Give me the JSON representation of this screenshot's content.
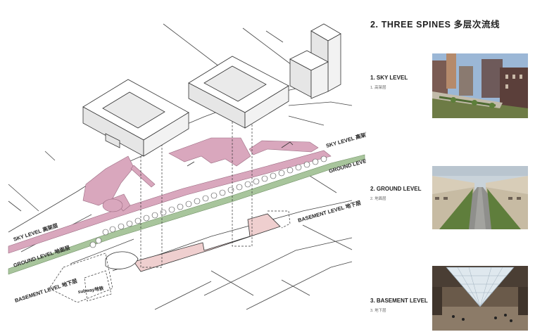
{
  "title": "2.  THREE  SPINES 多层次流线",
  "levels": [
    {
      "title": "1.   SKY LEVEL",
      "subtitle": "1.   高架层",
      "photo_icon": "high-line-elevated-park-photo"
    },
    {
      "title": "2.   GROUND LEVEL",
      "subtitle": "2.   地面层",
      "photo_icon": "tree-lined-boulevard-photo"
    },
    {
      "title": "3.   BASEMENT LEVEL",
      "subtitle": "3.   地下层",
      "photo_icon": "underground-glass-pyramid-photo"
    }
  ],
  "diagram_labels": {
    "sky_right": "SKY LEVEL 高架层",
    "ground_right": "GROUND LEVEL 地面层",
    "basement_right": "BASEMENT LEVEL 地下层",
    "sky_left": "SKY LEVEL 高架层",
    "ground_left": "GROUND LEVEL 地面层",
    "basement_left": "BASEMENT LEVEL 地下层",
    "subway": "subway地铁"
  },
  "colors": {
    "sky_level": "#d9a7bd",
    "ground_level": "#a8c59c",
    "basement_level": "#efcfcf",
    "building_top": "#ffffff",
    "building_side": "#e6e6e6",
    "line": "#333333"
  }
}
